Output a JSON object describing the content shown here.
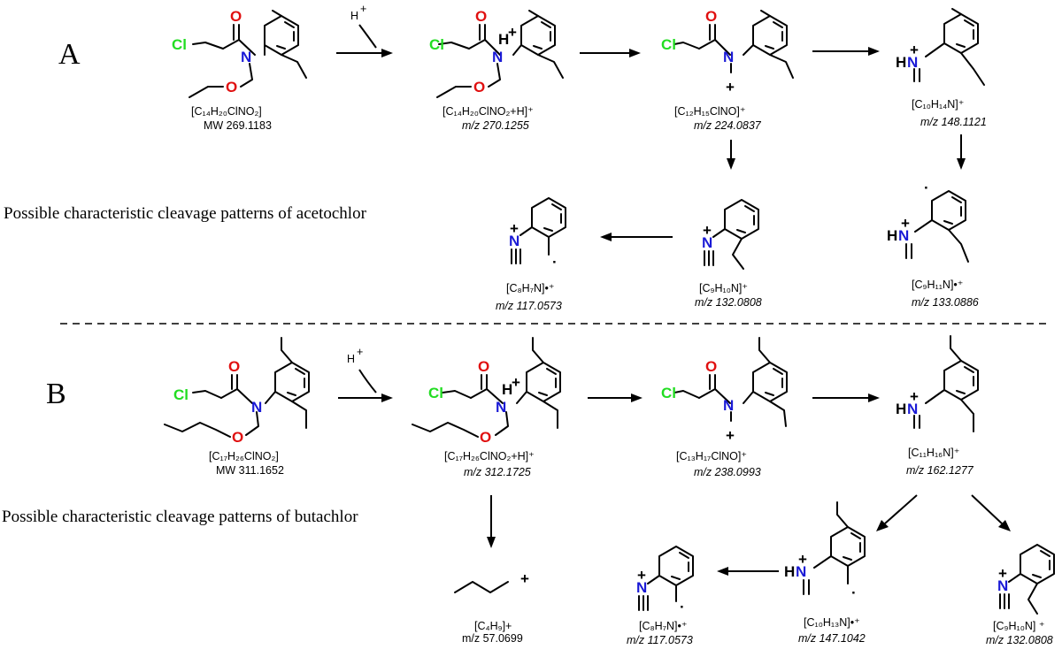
{
  "sections": {
    "a": {
      "letter": "A",
      "caption": "Possible characteristic cleavage patterns of acetochlor",
      "compounds": [
        {
          "formula": "[C₁₄H₂₀ClNO₂]",
          "mass": "MW 269.1183"
        },
        {
          "formula": "[C₁₄H₂₀ClNO₂+H]⁺",
          "mass": "m/z 270.1255"
        },
        {
          "formula": "[C₁₂H₁₅ClNO]⁺",
          "mass": "m/z 224.0837"
        },
        {
          "formula": "[C₁₀H₁₄N]⁺",
          "mass": "m/z 148.1121"
        },
        {
          "formula": "[C₉H₁₁N]•⁺",
          "mass": "m/z 133.0886"
        },
        {
          "formula": "[C₉H₁₀N]⁺",
          "mass": "m/z 132.0808"
        },
        {
          "formula": "[C₈H₇N]•⁺",
          "mass": "m/z 117.0573"
        }
      ]
    },
    "b": {
      "letter": "B",
      "caption": "Possible characteristic cleavage patterns of  butachlor",
      "compounds": [
        {
          "formula": "[C₁₇H₂₆ClNO₂]",
          "mass": "MW 311.1652"
        },
        {
          "formula": "[C₁₇H₂₆ClNO₂+H]⁺",
          "mass": "m/z 312.1725"
        },
        {
          "formula": "[C₁₃H₁₇ClNO]⁺",
          "mass": "m/z 238.0993"
        },
        {
          "formula": "[C₁₁H₁₆N]⁺",
          "mass": "m/z 162.1277"
        },
        {
          "formula": "[C₄H₉]+",
          "mass": "m/z 57.0699"
        },
        {
          "formula": "[C₈H₇N]•⁺",
          "mass": "m/z 117.0573"
        },
        {
          "formula": "[C₁₀H₁₃N]•⁺",
          "mass": "m/z 147.1042"
        },
        {
          "formula": "[C₉H₁₀N] ⁺",
          "mass": "m/z 132.0808"
        }
      ]
    }
  },
  "atoms": {
    "cl": "Cl",
    "o": "O",
    "n": "N",
    "nh": "H",
    "hn": "HN",
    "plus": "+",
    "radical": "·",
    "proton": "H",
    "proton_charge": "+"
  },
  "colors": {
    "nitrogen": "#1a1ad6",
    "oxygen": "#e01010",
    "chlorine": "#22dd22",
    "ink": "#000000"
  }
}
